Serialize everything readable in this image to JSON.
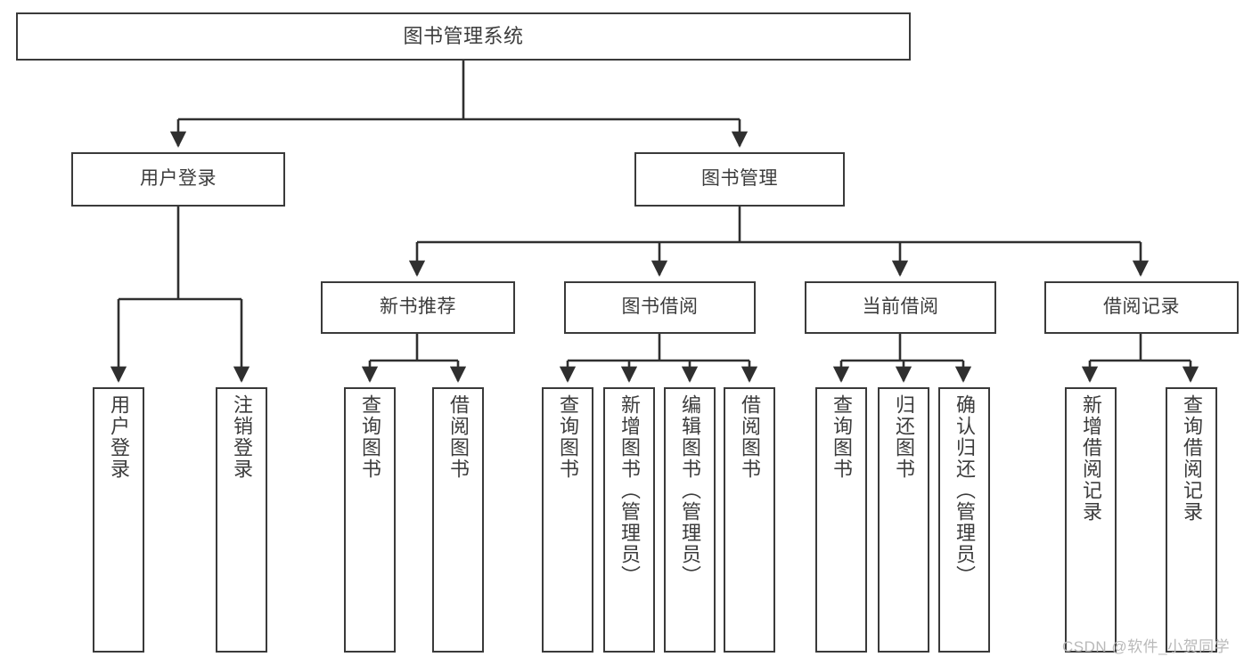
{
  "diagram": {
    "title": "图书管理系统",
    "type": "tree-hierarchy",
    "colors": {
      "background": "#ffffff",
      "node_fill": "#ffffff",
      "node_border": "#3a3a3a",
      "text": "#3c3c3c",
      "edge": "#2f2f2f",
      "watermark": "#b9b9b9"
    },
    "watermark": "CSDN @软件_小贺同学",
    "nodes": {
      "root": {
        "label": "图书管理系统"
      },
      "level2": [
        {
          "label": "用户登录"
        },
        {
          "label": "图书管理"
        }
      ],
      "level3": [
        {
          "label": "新书推荐"
        },
        {
          "label": "图书借阅"
        },
        {
          "label": "当前借阅"
        },
        {
          "label": "借阅记录"
        }
      ],
      "leaves": {
        "user_login": [
          {
            "label": "用户登录"
          },
          {
            "label": "注销登录"
          }
        ],
        "new_book_recommend": [
          {
            "label": "查询图书"
          },
          {
            "label": "借阅图书"
          }
        ],
        "book_borrow": [
          {
            "label": "查询图书"
          },
          {
            "label": "新增图书（管理员）"
          },
          {
            "label": "编辑图书（管理员）"
          },
          {
            "label": "借阅图书"
          }
        ],
        "current_borrow": [
          {
            "label": "查询图书"
          },
          {
            "label": "归还图书"
          },
          {
            "label": "确认归还（管理员）"
          }
        ],
        "borrow_record": [
          {
            "label": "新增借阅记录"
          },
          {
            "label": "查询借阅记录"
          }
        ]
      }
    }
  }
}
